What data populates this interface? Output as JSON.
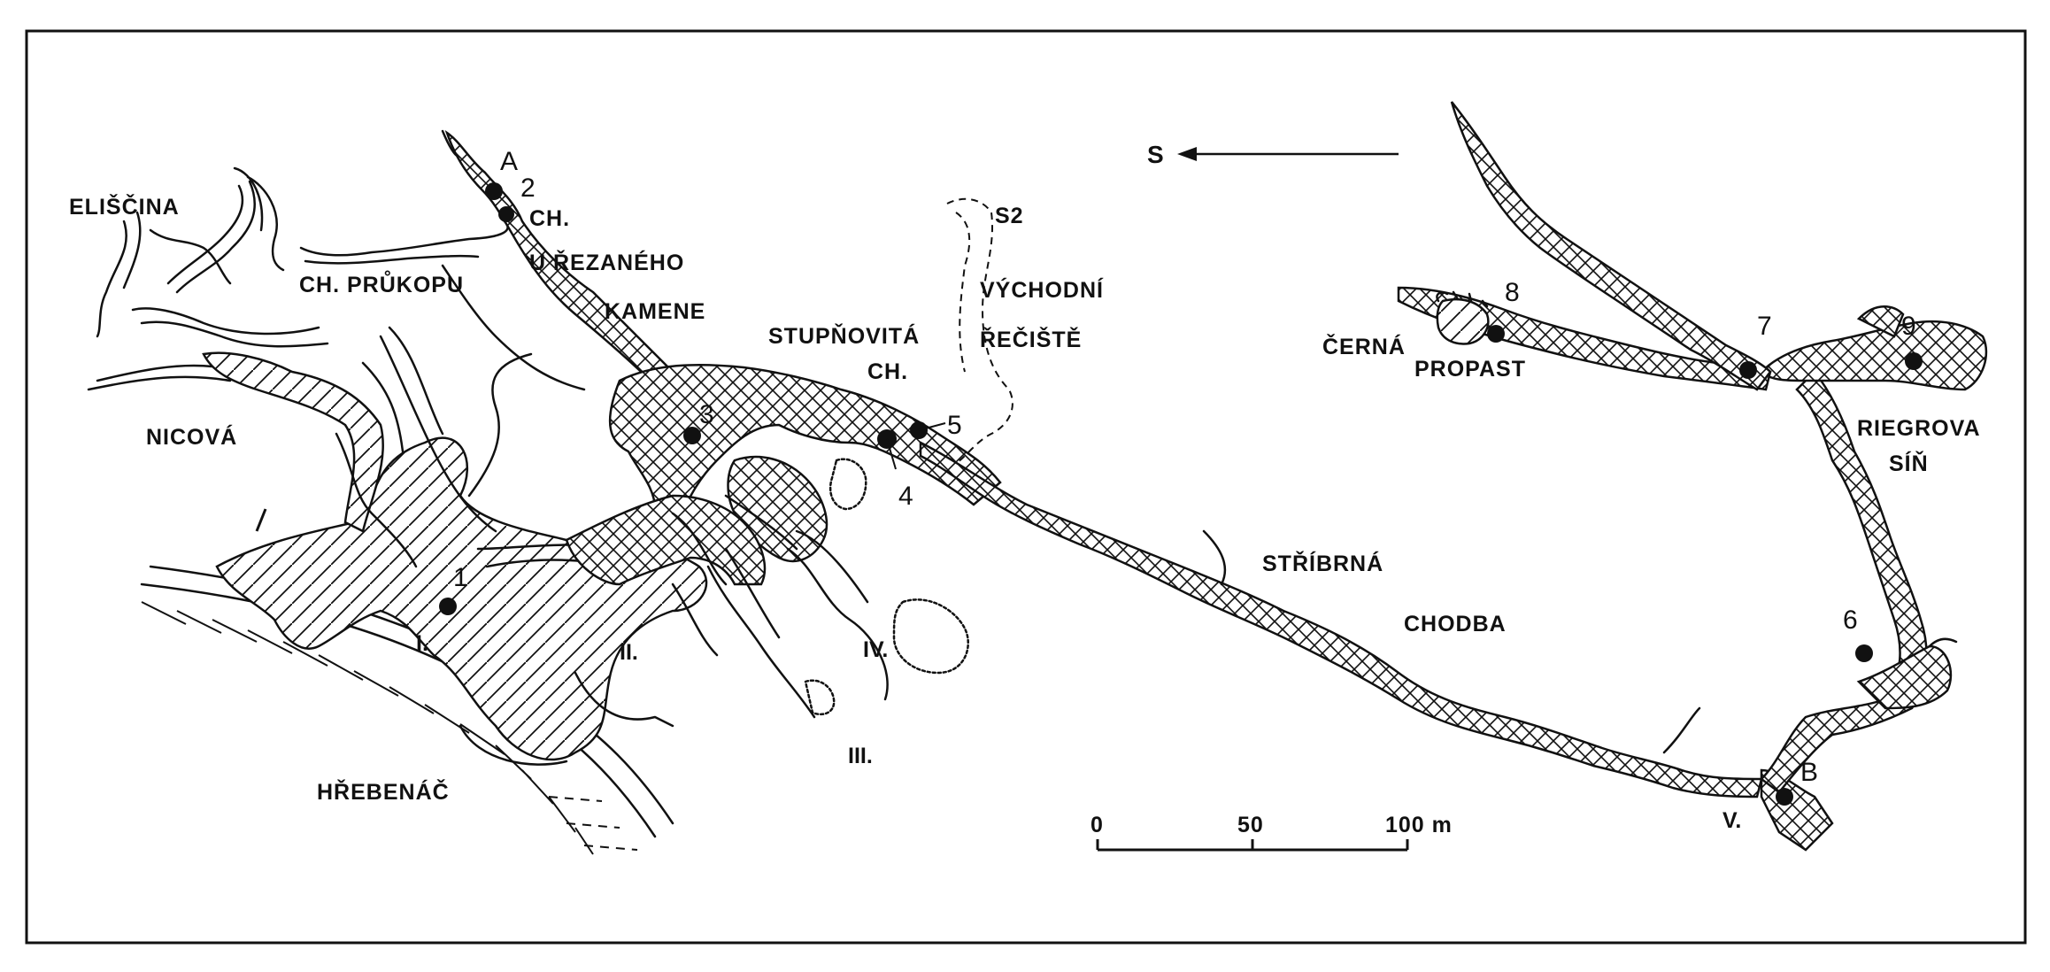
{
  "labels": {
    "eliscina": "ELIŠČINA",
    "ch_prukopu": "CH. PRŮKOPU",
    "nicova": "NICOVÁ",
    "hrebenac": "HŘEBENÁČ",
    "ch": "CH.",
    "u_rezaneho": "U ŘEZANÉHO",
    "kamene": "KAMENE",
    "stupnovita": "STUPŇOVITÁ",
    "stupnovita_ch": "CH.",
    "vychodni": "VÝCHODNÍ",
    "reciste": "ŘEČIŠTĚ",
    "s2": "S2",
    "cerna": "ČERNÁ",
    "propast": "PROPAST",
    "riegrova": "RIEGROVA",
    "sin": "SÍŇ",
    "stribrna": "STŘÍBRNÁ",
    "chodba": "CHODBA",
    "north": "S"
  },
  "points": {
    "A": "A",
    "B": "B",
    "p1": "1",
    "p2": "2",
    "p3": "3",
    "p4": "4",
    "p5": "5",
    "p6": "6",
    "p7": "7",
    "p8": "8",
    "p9": "9"
  },
  "entrances": {
    "I": "I.",
    "II": "II.",
    "III": "III.",
    "IV": "IV.",
    "V": "V."
  },
  "scale_bar": {
    "t0": "0",
    "t50": "50",
    "t100": "100 m"
  },
  "colors": {
    "ink": "#111111",
    "paper": "#ffffff"
  }
}
